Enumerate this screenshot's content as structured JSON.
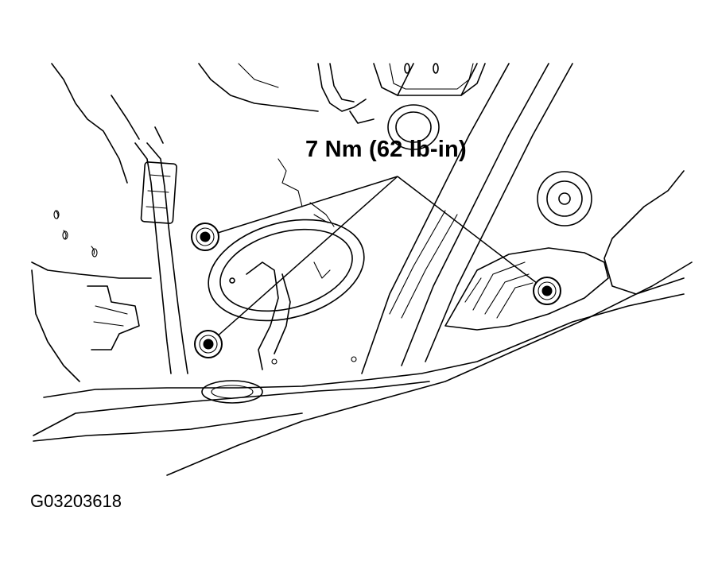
{
  "diagram": {
    "callout": "7 Nm (62 lb-in)",
    "figure_id": "G03203618",
    "bolts": [
      {
        "name": "bolt-upper-left"
      },
      {
        "name": "bolt-lower-left"
      },
      {
        "name": "bolt-right"
      }
    ],
    "colors": {
      "line": "#000000",
      "background": "#ffffff"
    }
  }
}
